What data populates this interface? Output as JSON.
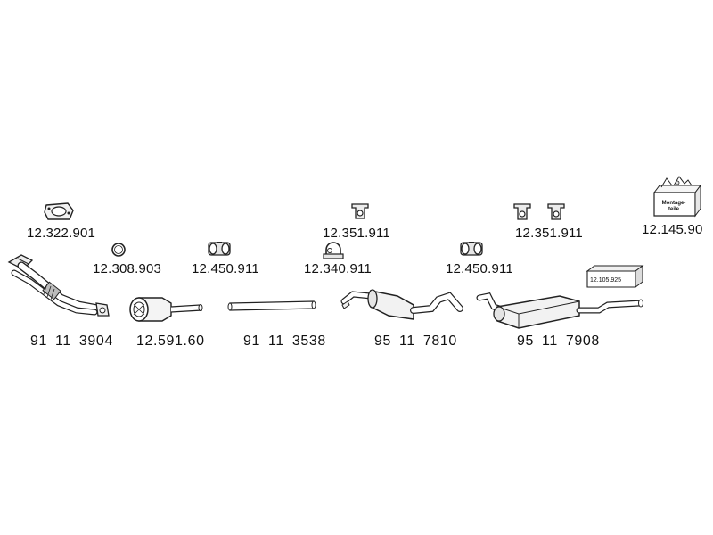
{
  "parts": {
    "gasket_flange": "12.322.901",
    "ring": "12.308.903",
    "clamp_a": "12.450.911",
    "hanger_mid": "12.351.911",
    "clamp_b": "12.340.911",
    "clamp_c": "12.450.911",
    "hanger_right": "12.351.911",
    "mounting_kit": "12.145.90",
    "box_part": "12.105.925",
    "front_pipe": "91 11 3904",
    "catalyst": "12.591.60",
    "middle_pipe": "91 11 3538",
    "middle_silencer": "95 11 7810",
    "rear_silencer": "95 11 7908"
  },
  "kit_label": {
    "line1": "Montage-",
    "line2": "teile"
  }
}
